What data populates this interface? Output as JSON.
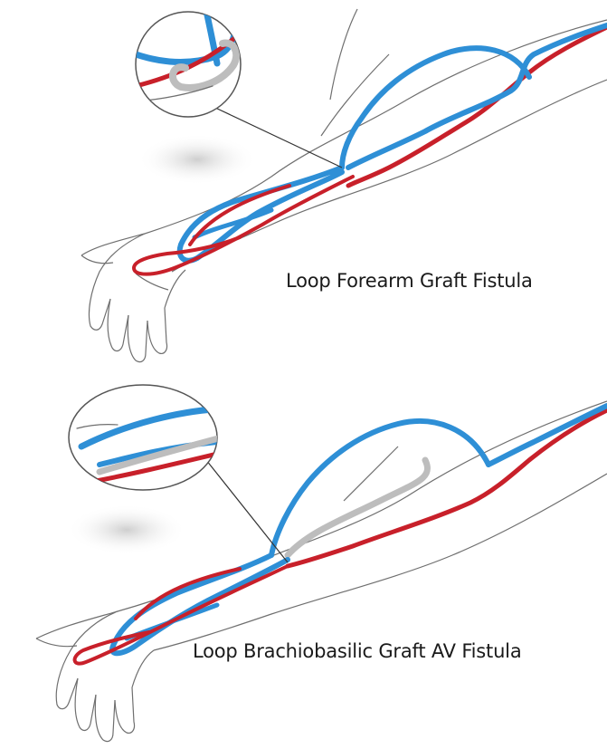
{
  "panels": [
    {
      "caption": "Loop Forearm Graft Fistula"
    },
    {
      "caption": "Loop Brachiobasilic Graft AV Fistula"
    }
  ],
  "colors": {
    "vein": "#2e8fd6",
    "artery": "#c8202a",
    "graft": "#bdbdbd",
    "outline": "#6f6f6f"
  },
  "icons": [
    "vein-path",
    "artery-path",
    "graft-loop",
    "magnifier-inset",
    "callout-line",
    "shadow-blob"
  ]
}
